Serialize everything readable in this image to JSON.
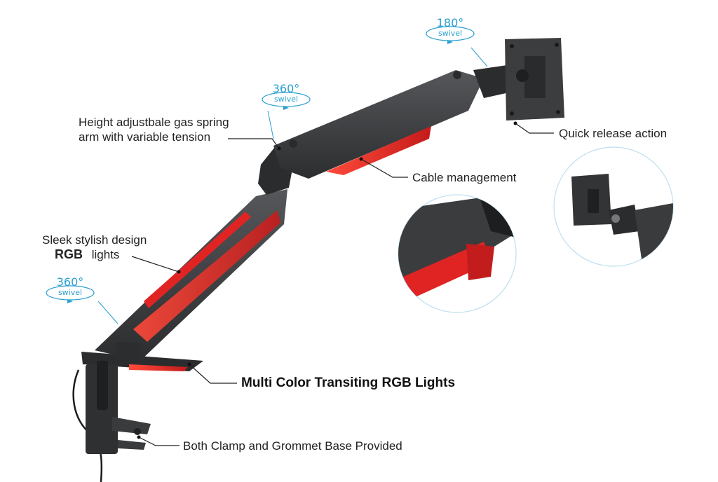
{
  "labels": {
    "height_gas_spring_line1": "Height adjustbale gas spring",
    "height_gas_spring_line2": "arm with variable tension",
    "quick_release": "Quick release action",
    "cable_management": "Cable management",
    "sleek_line1": "Sleek stylish design",
    "sleek_rgb": "RGB",
    "sleek_lights": "lights",
    "multi_color": "Multi Color Transiting RGB Lights",
    "clamp_grommet": "Both Clamp and Grommet Base Provided"
  },
  "swivels": {
    "top": {
      "degrees": "180°",
      "word": "swivel"
    },
    "middle": {
      "degrees": "360°",
      "word": "swivel"
    },
    "lower": {
      "degrees": "360°",
      "word": "swivel"
    }
  },
  "colors": {
    "arm_body": "#3a3b3d",
    "rgb_red": "#e02424",
    "accent_blue": "#2a9fd0",
    "leader_line": "#222222"
  }
}
